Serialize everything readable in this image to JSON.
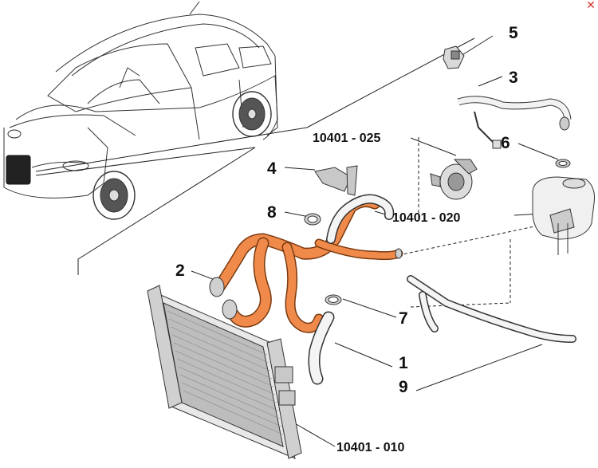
{
  "close_icon": "close-icon",
  "accent_color": "#f08a4b",
  "callouts": {
    "c1": "1",
    "c2": "2",
    "c3": "3",
    "c4": "4",
    "c5": "5",
    "c6": "6",
    "c7": "7",
    "c8": "8",
    "c9": "9",
    "ref_025": "10401 - 025",
    "ref_020": "10401 - 020",
    "ref_010": "10401 - 010"
  }
}
